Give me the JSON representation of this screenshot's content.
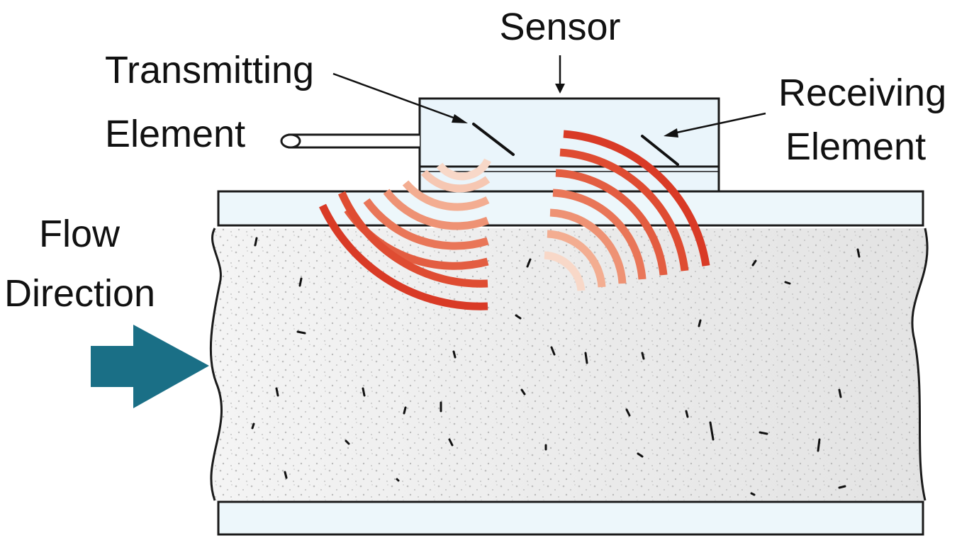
{
  "labels": {
    "sensor": "Sensor",
    "transmitting_line1": "Transmitting",
    "transmitting_line2": "Element",
    "receiving_line1": "Receiving",
    "receiving_line2": "Element",
    "flow_line1": "Flow",
    "flow_line2": "Direction"
  },
  "colors": {
    "arrow": "#1a6f86",
    "sensor_fill": "#eaf5fb",
    "pipe_wall": "#edf7fb",
    "fluid": "#e9e9e9",
    "wave_strong": "#d93a26",
    "wave_light": "#f8d8c8"
  }
}
